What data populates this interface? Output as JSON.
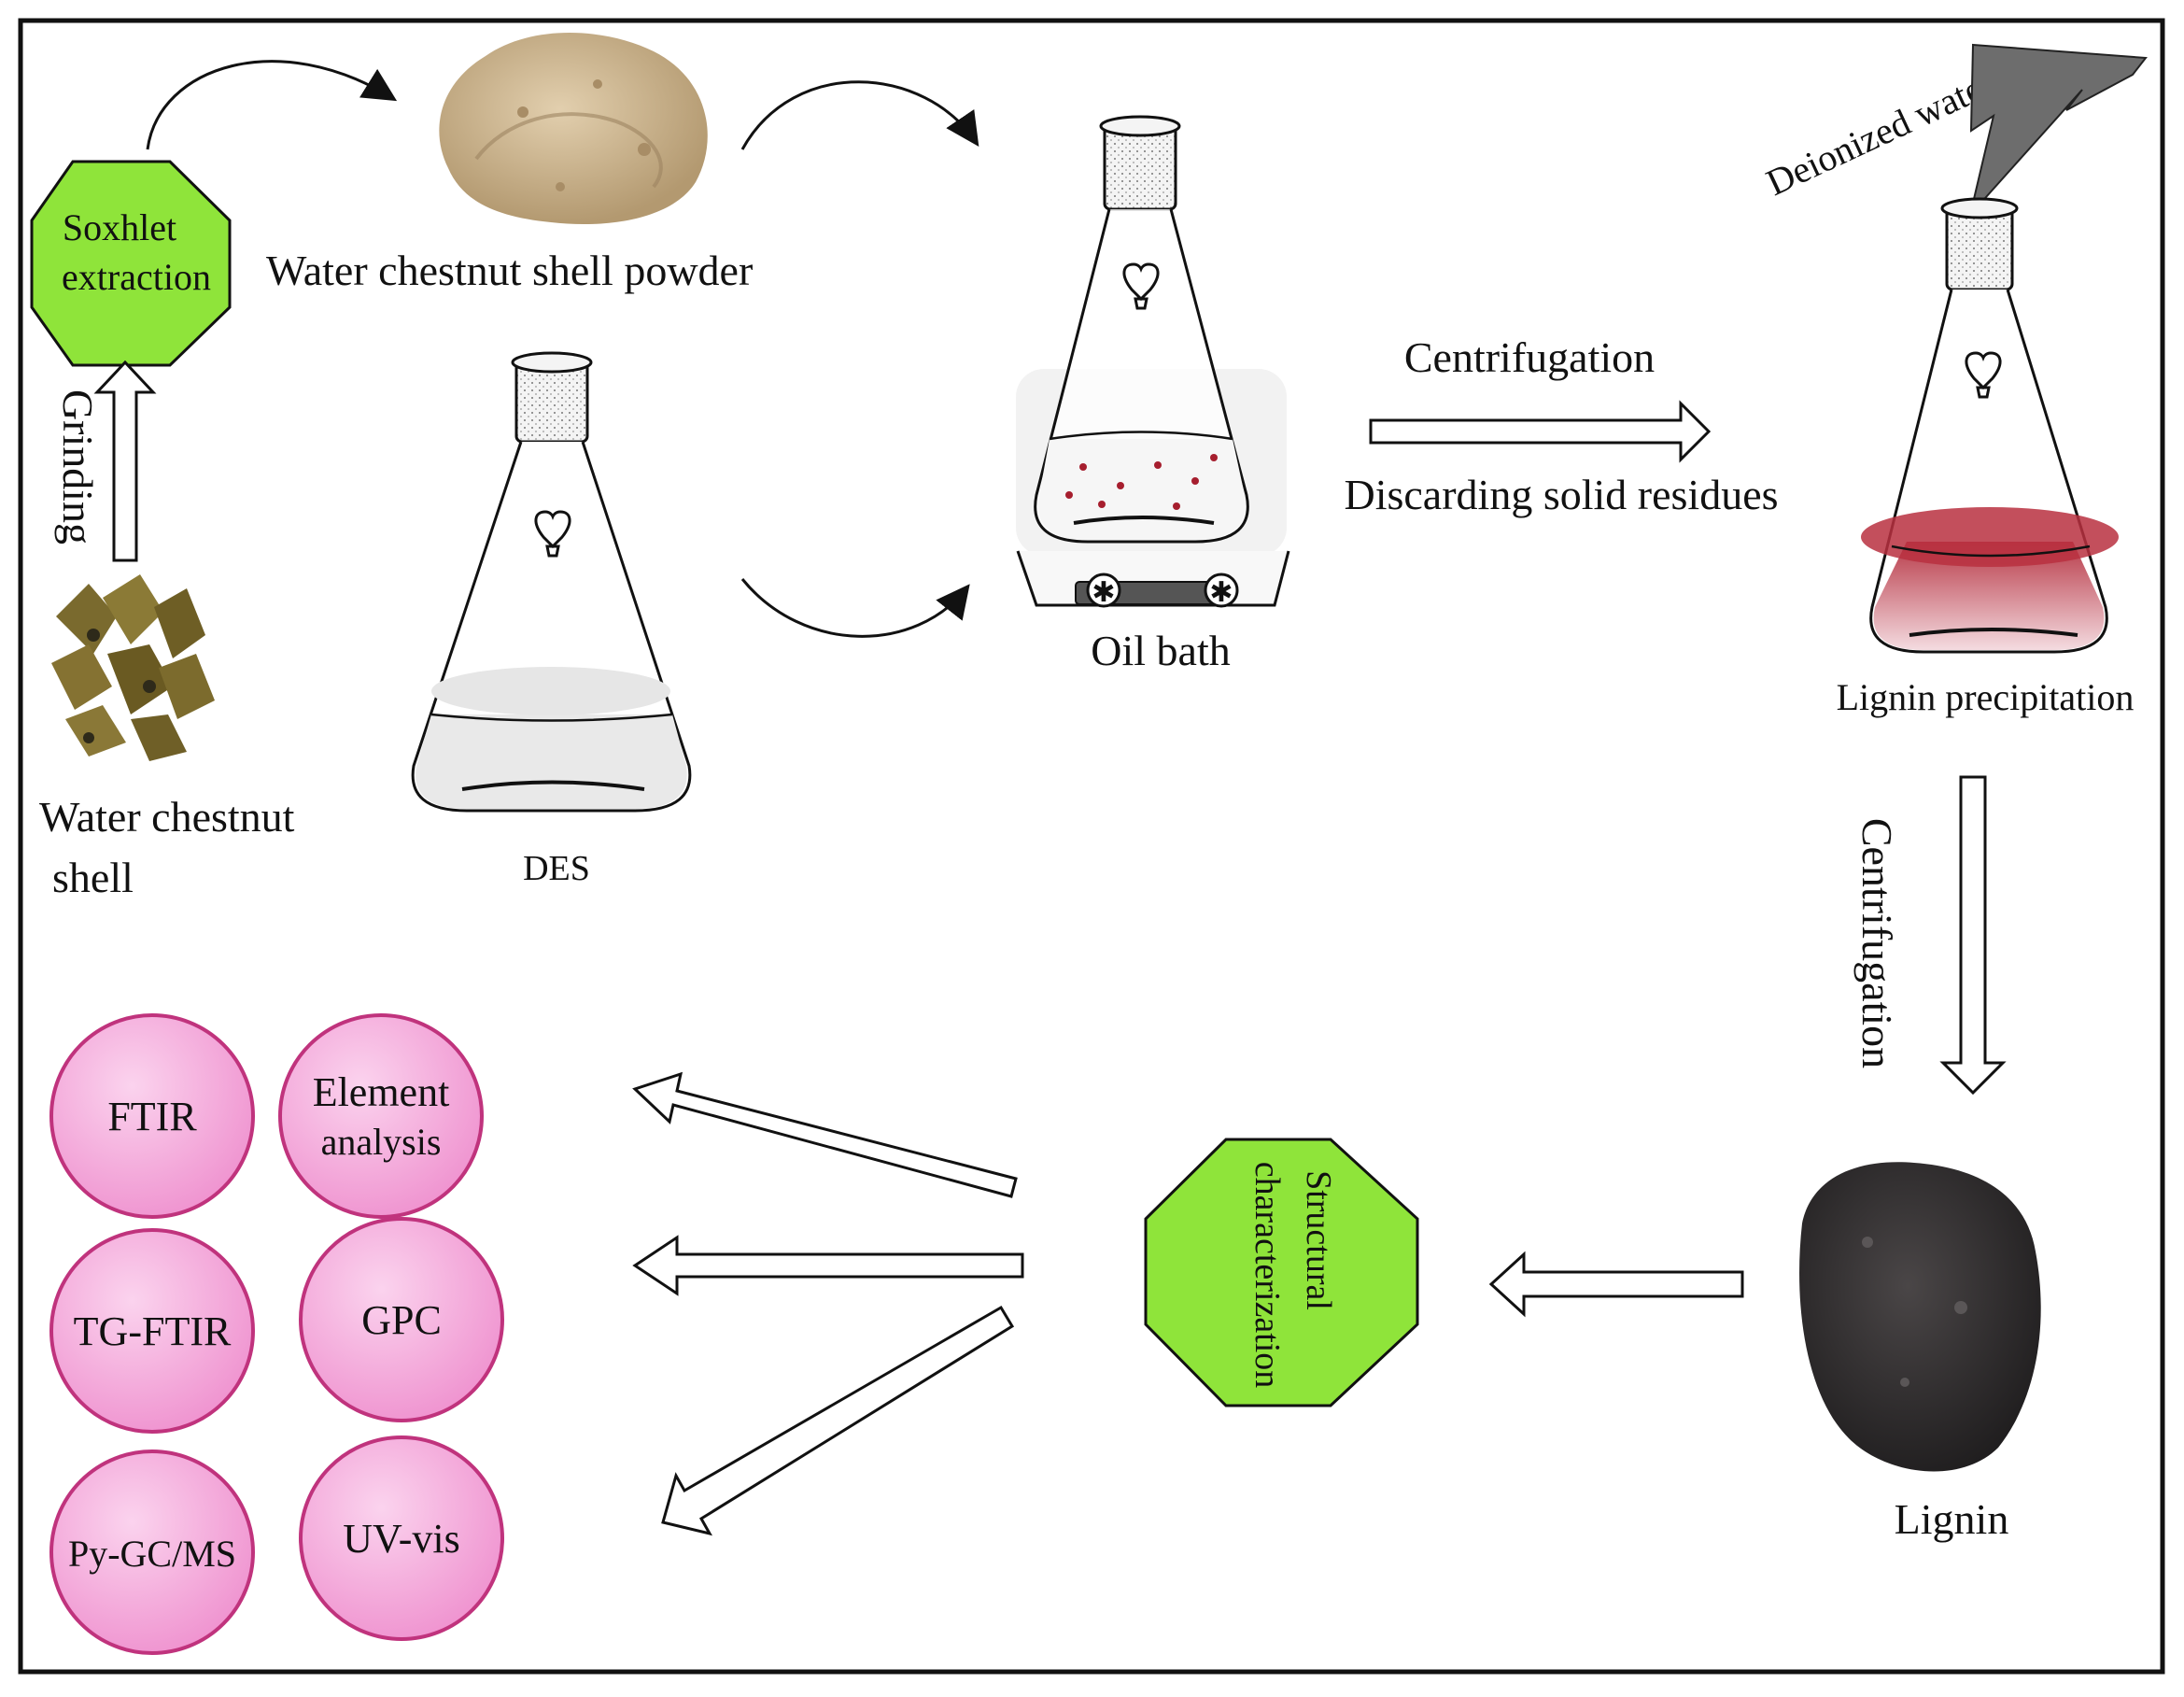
{
  "labels": {
    "soxhlet": [
      "Soxhlet",
      "extraction"
    ],
    "powder": "Water chestnut shell powder",
    "grinding": "Grinding",
    "shell": [
      "Water chestnut",
      "shell"
    ],
    "des": "DES",
    "oil_bath": "Oil bath",
    "centrifugation_1": "Centrifugation",
    "discarding": "Discarding solid residues",
    "deionized_water": "Deionized water",
    "lignin_precipitation": "Lignin precipitation",
    "centrifugation_2": "Centrifugation",
    "lignin": "Lignin",
    "structural": [
      "Structural",
      "characterization"
    ]
  },
  "techniques": [
    {
      "id": "ftir",
      "lines": [
        "FTIR"
      ]
    },
    {
      "id": "element-analysis",
      "lines": [
        "Element",
        "analysis"
      ]
    },
    {
      "id": "tg-ftir",
      "lines": [
        "TG-FTIR"
      ]
    },
    {
      "id": "gpc",
      "lines": [
        "GPC"
      ]
    },
    {
      "id": "py-gc-ms",
      "lines": [
        "Py-GC/MS"
      ]
    },
    {
      "id": "uv-vis",
      "lines": [
        "UV-vis"
      ]
    }
  ],
  "colors": {
    "octagon_fill": "#8fe43a",
    "circle_fill": "#f2a3d6",
    "circle_stroke": "#c0337d",
    "liquid_red": "#a61e2e",
    "powder": "#c9b08a",
    "lignin_solid": "#2c2a2b",
    "shell_brown": "#7a6a2e"
  }
}
